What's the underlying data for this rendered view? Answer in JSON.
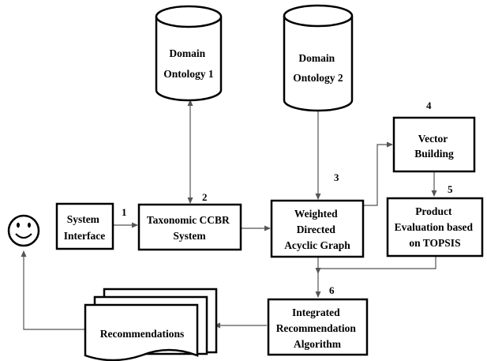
{
  "nodes": {
    "ontology1": {
      "lines": [
        "Domain",
        "Ontology 1"
      ]
    },
    "ontology2": {
      "lines": [
        "Domain",
        "Ontology 2"
      ]
    },
    "system_interface": {
      "lines": [
        "System",
        "Interface"
      ]
    },
    "ccbr": {
      "lines": [
        "Taxonomic CCBR",
        "System"
      ]
    },
    "graph": {
      "lines": [
        "Weighted",
        "Directed",
        "Acyclic Graph"
      ]
    },
    "vector": {
      "lines": [
        "Vector",
        "Building"
      ]
    },
    "topsis": {
      "lines": [
        "Product",
        "Evaluation based",
        "on TOPSIS"
      ]
    },
    "algorithm": {
      "lines": [
        "Integrated",
        "Recommendation",
        "Algorithm"
      ]
    },
    "recommendations": {
      "lines": [
        "Recommendations"
      ]
    }
  },
  "step_numbers": {
    "n1": "1",
    "n2": "2",
    "n3": "3",
    "n4": "4",
    "n5": "5",
    "n6": "6"
  },
  "user_icon": "smiley-face-icon",
  "colors": {
    "stroke": "#000000",
    "arrow": "#555555",
    "fill": "#ffffff"
  }
}
